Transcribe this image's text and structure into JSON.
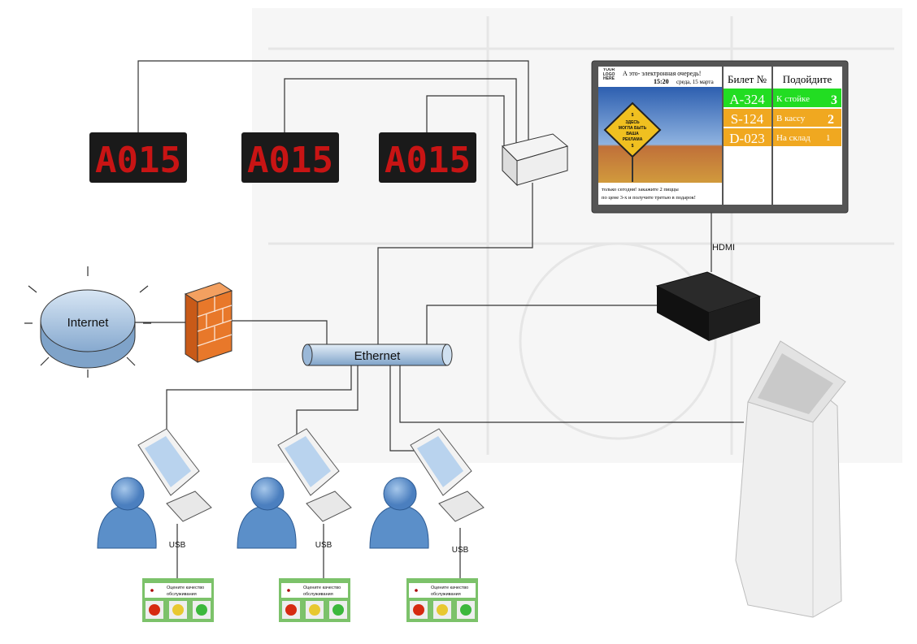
{
  "displays": [
    {
      "text": "A015"
    },
    {
      "text": "A015"
    },
    {
      "text": "A015"
    }
  ],
  "internet_label": "Internet",
  "ethernet_label": "Ethernet",
  "hdmi_label": "HDMI",
  "usb_labels": [
    "USB",
    "USB",
    "USB"
  ],
  "feedback_panel": {
    "text_line1": "Оцените качество",
    "text_line2": "обслуживания"
  },
  "screen": {
    "logo": "YOUR LOGO HERE",
    "headline": "А это- электронная очередь!",
    "time": "15:20",
    "date": "среда, 15 марта",
    "ad_sign": [
      "$",
      "ЗДЕСЬ",
      "МОГЛА БЫТЬ",
      "ВАША",
      "РЕКЛАМА",
      "$"
    ],
    "promo_line1": "только сегодня! закажите 2 пиццы",
    "promo_line2": "по цене 3-х и получите третью в подарок!",
    "col_ticket": "Билет №",
    "col_go": "Подойдите",
    "rows": [
      {
        "ticket": "A-324",
        "dest": "К стойке",
        "num": "3",
        "color": "#22dd22"
      },
      {
        "ticket": "S-124",
        "dest": "В кассу",
        "num": "2",
        "color": "#f0a820"
      },
      {
        "ticket": "D-023",
        "dest": "На склад",
        "num": "1",
        "color": "#f0a820"
      }
    ]
  },
  "colors": {
    "person": "#5b8fc9",
    "pipe": "#a9c4e0",
    "firewall": "#e8782a",
    "led": "#c81414"
  }
}
